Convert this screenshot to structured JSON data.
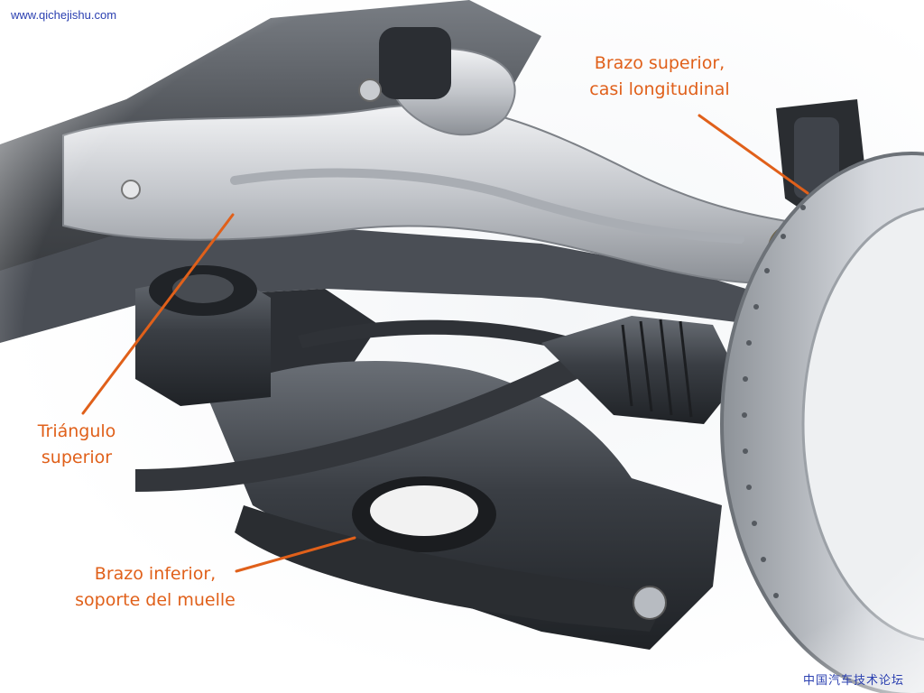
{
  "watermarks": {
    "url": "www.qichejishu.com",
    "forum": "中国汽车技术论坛"
  },
  "callouts": {
    "upper_longitudinal_arm": {
      "line1": "Brazo superior,",
      "line2": "casi longitudinal"
    },
    "upper_wishbone": {
      "line1": "Triángulo",
      "line2": "superior"
    },
    "lower_arm_spring_seat": {
      "line1": "Brazo inferior,",
      "line2": "soporte del muelle"
    }
  },
  "colors": {
    "callout_text": "#e0601a",
    "leader_line": "#e0601a",
    "watermark": "#2a3fb0",
    "subframe": "#3b3f45",
    "arm_silver": "#c9ccd0",
    "background": "#ffffff"
  }
}
